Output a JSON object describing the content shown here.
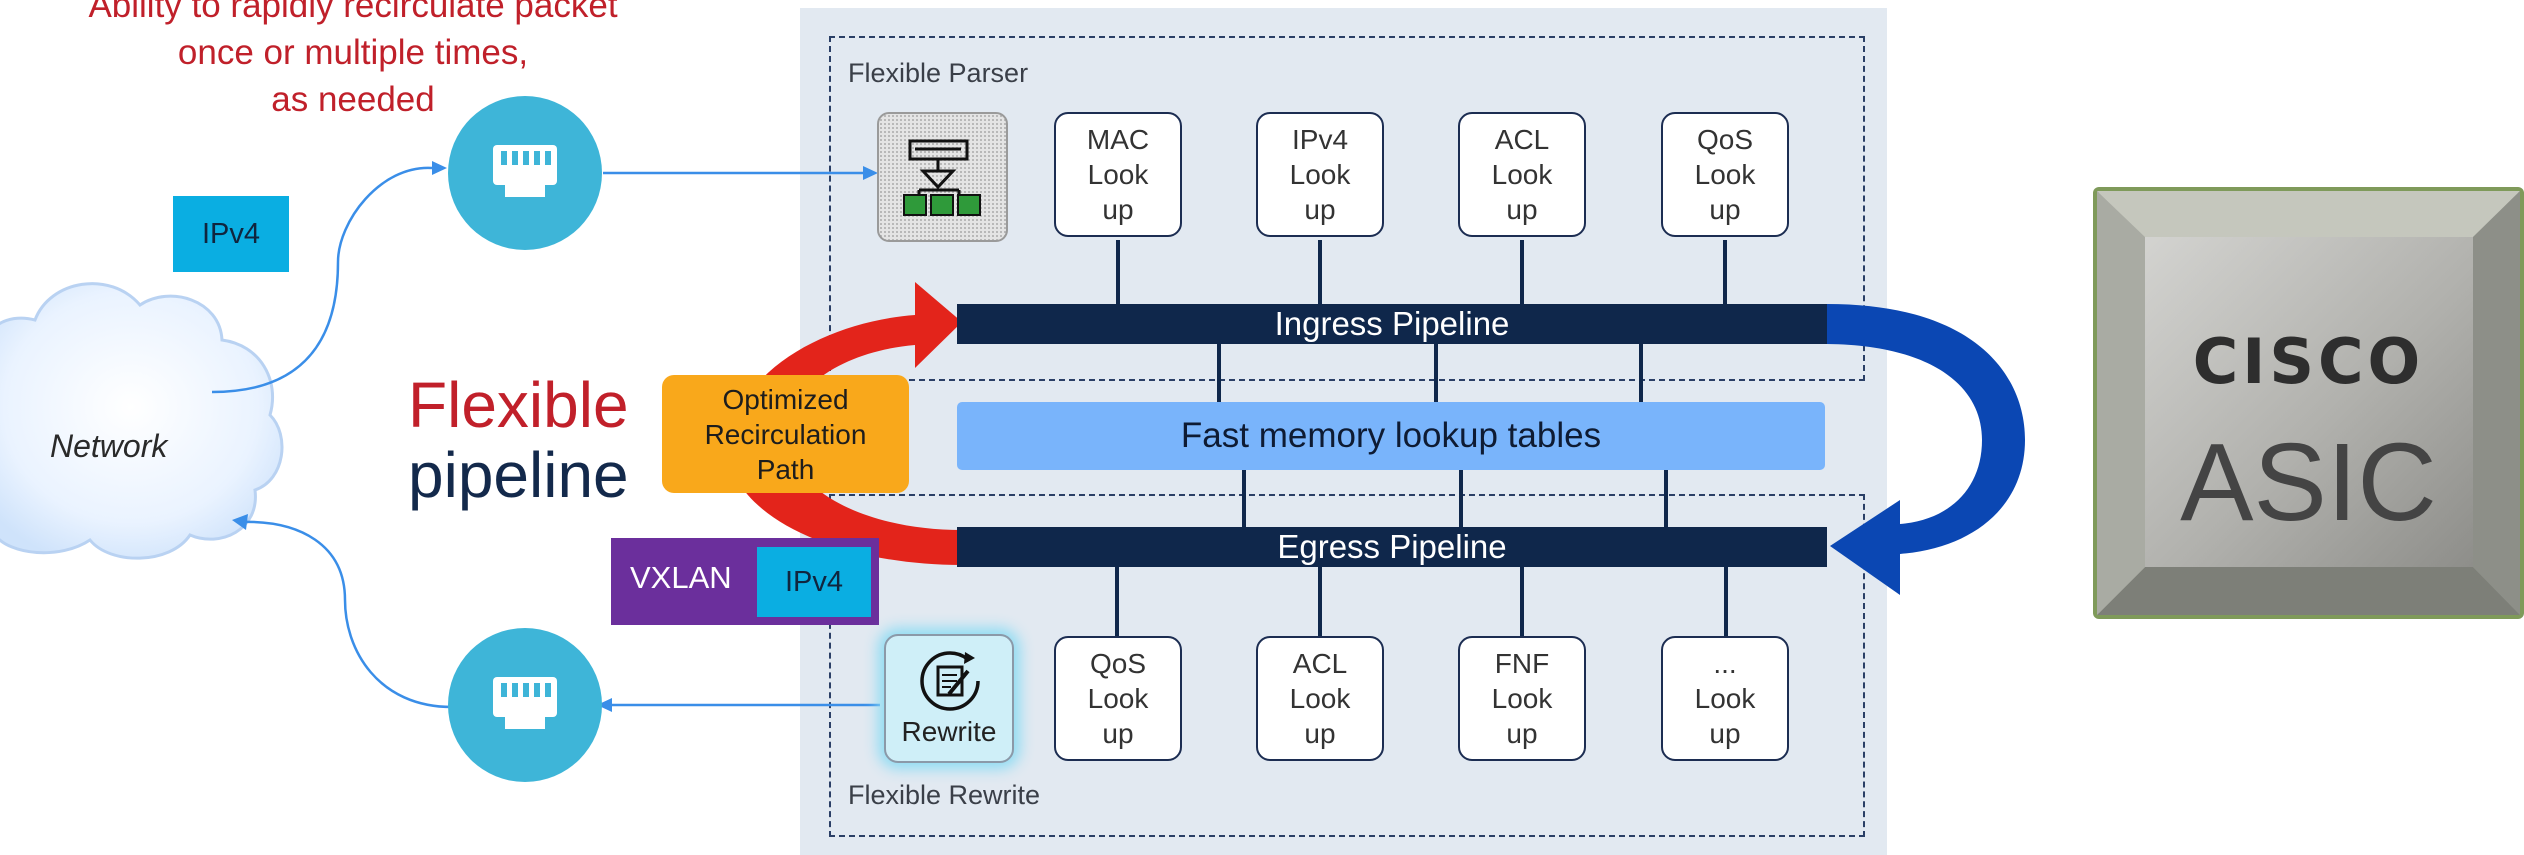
{
  "annotation": "Ability to rapidly recirculate packet\nonce or multiple times,\nas needed",
  "network_label": "Network",
  "ipv4_top": "IPv4",
  "title": {
    "line1": "Flexible",
    "line2": "pipeline"
  },
  "recirculation_box": "Optimized\nRecirculation\nPath",
  "vxlan_header": {
    "outer": "VXLAN",
    "inner": "IPv4"
  },
  "parser_section": {
    "label": "Flexible Parser",
    "lookups": [
      "MAC\nLook\nup",
      "IPv4\nLook\nup",
      "ACL\nLook\nup",
      "QoS\nLook\nup"
    ]
  },
  "ingress_pipeline": "Ingress Pipeline",
  "fast_memory": "Fast memory lookup tables",
  "egress_pipeline": "Egress Pipeline",
  "rewrite_section": {
    "label": "Flexible Rewrite",
    "rewrite_button": "Rewrite",
    "lookups": [
      "QoS\nLook\nup",
      "ACL\nLook\nup",
      "FNF\nLook\nup",
      "...\nLook\nup"
    ]
  },
  "asic_chip": {
    "brand": "CISCO",
    "text": "ASIC"
  },
  "colors": {
    "panel": "#e2e9f1",
    "pipeline": "#0f274b",
    "fast_memory": "#79b4fb",
    "recirc_box": "#f9a81b",
    "red_arrow": "#e3241b",
    "blue_arrow": "#0b47b3",
    "switch": "#3eb5d8",
    "vxlan": "#6b2f9c",
    "ipv4": "#0aaee2",
    "flexible_red": "#c1202a",
    "pipeline_navy": "#13294b"
  },
  "icons": [
    "switch-port-icon",
    "parser-icon",
    "rewrite-icon",
    "cloud-icon",
    "cisco-logo-icon"
  ]
}
